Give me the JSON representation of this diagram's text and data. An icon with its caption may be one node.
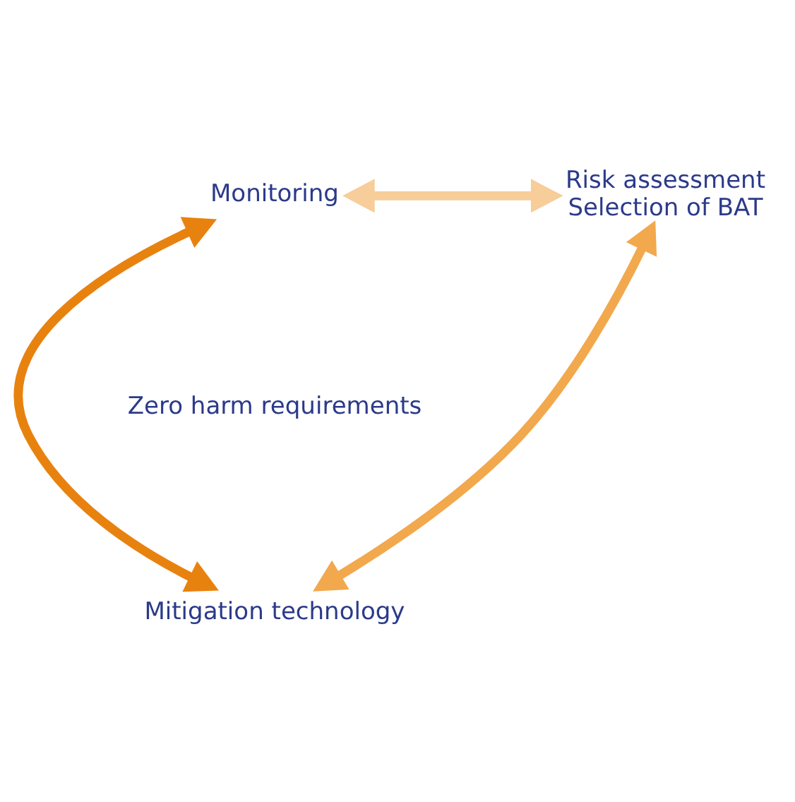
{
  "diagram": {
    "nodes": [
      {
        "text": [
          "Monitoring"
        ]
      },
      {
        "text": [
          "Risk assessment",
          "Selection of BAT"
        ]
      },
      {
        "text": [
          "Mitigation technology"
        ]
      }
    ],
    "edges": [
      {
        "from": 0,
        "to": 1,
        "arrow": "both",
        "color": "#f7cd9a"
      },
      {
        "from": 0,
        "to": 2,
        "arrow": "both",
        "color": "#e8820f"
      },
      {
        "from": 1,
        "to": 2,
        "arrow": "both",
        "color": "#f2a84c"
      }
    ],
    "labels": [
      "Zero harm requirements"
    ]
  }
}
